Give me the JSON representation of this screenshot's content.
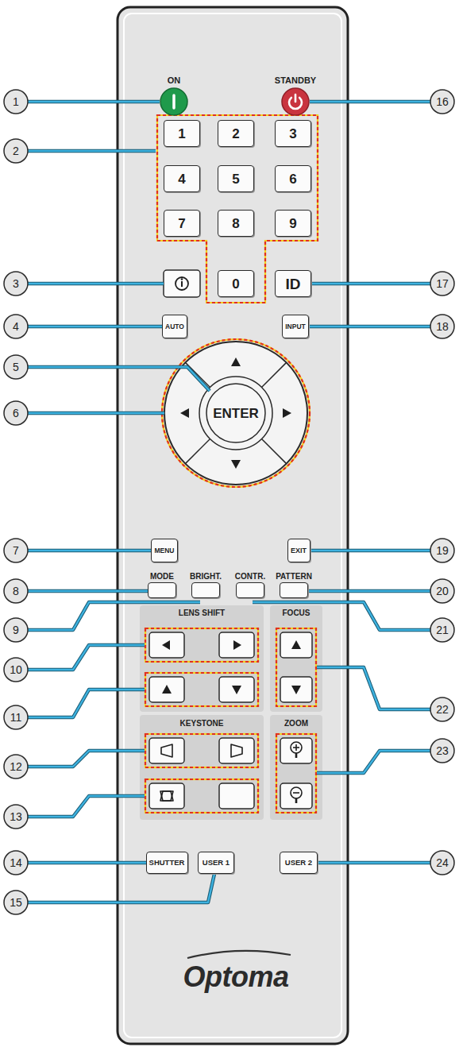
{
  "diagram": {
    "nodes": [
      {
        "text": [
          "ON"
        ]
      },
      {
        "text": [
          "STANDBY"
        ]
      },
      {
        "text": [
          "1"
        ]
      },
      {
        "text": [
          "2"
        ]
      },
      {
        "text": [
          "3"
        ]
      },
      {
        "text": [
          "4"
        ]
      },
      {
        "text": [
          "5"
        ]
      },
      {
        "text": [
          "6"
        ]
      },
      {
        "text": [
          "7"
        ]
      },
      {
        "text": [
          "8"
        ]
      },
      {
        "text": [
          "9"
        ]
      },
      {
        "text": [
          "0"
        ]
      },
      {
        "text": [
          "ID"
        ]
      },
      {
        "text": [
          "AUTO"
        ]
      },
      {
        "text": [
          "INPUT"
        ]
      },
      {
        "text": [
          "ENTER"
        ]
      },
      {
        "text": [
          "MENU"
        ]
      },
      {
        "text": [
          "EXIT"
        ]
      },
      {
        "text": [
          "MODE"
        ]
      },
      {
        "text": [
          "BRIGHT."
        ]
      },
      {
        "text": [
          "CONTR."
        ]
      },
      {
        "text": [
          "PATTERN"
        ]
      },
      {
        "text": [
          "SHUTTER"
        ]
      },
      {
        "text": [
          "USER 1"
        ]
      },
      {
        "text": [
          "USER 2"
        ]
      }
    ],
    "labels": [
      "1",
      "2",
      "3",
      "4",
      "5",
      "6",
      "7",
      "8",
      "9",
      "10",
      "11",
      "12",
      "13",
      "14",
      "15",
      "16",
      "17",
      "18",
      "19",
      "20",
      "21",
      "22",
      "23",
      "24",
      "LENS SHIFT",
      "FOCUS",
      "KEYSTONE",
      "ZOOM",
      "Optoma"
    ]
  }
}
